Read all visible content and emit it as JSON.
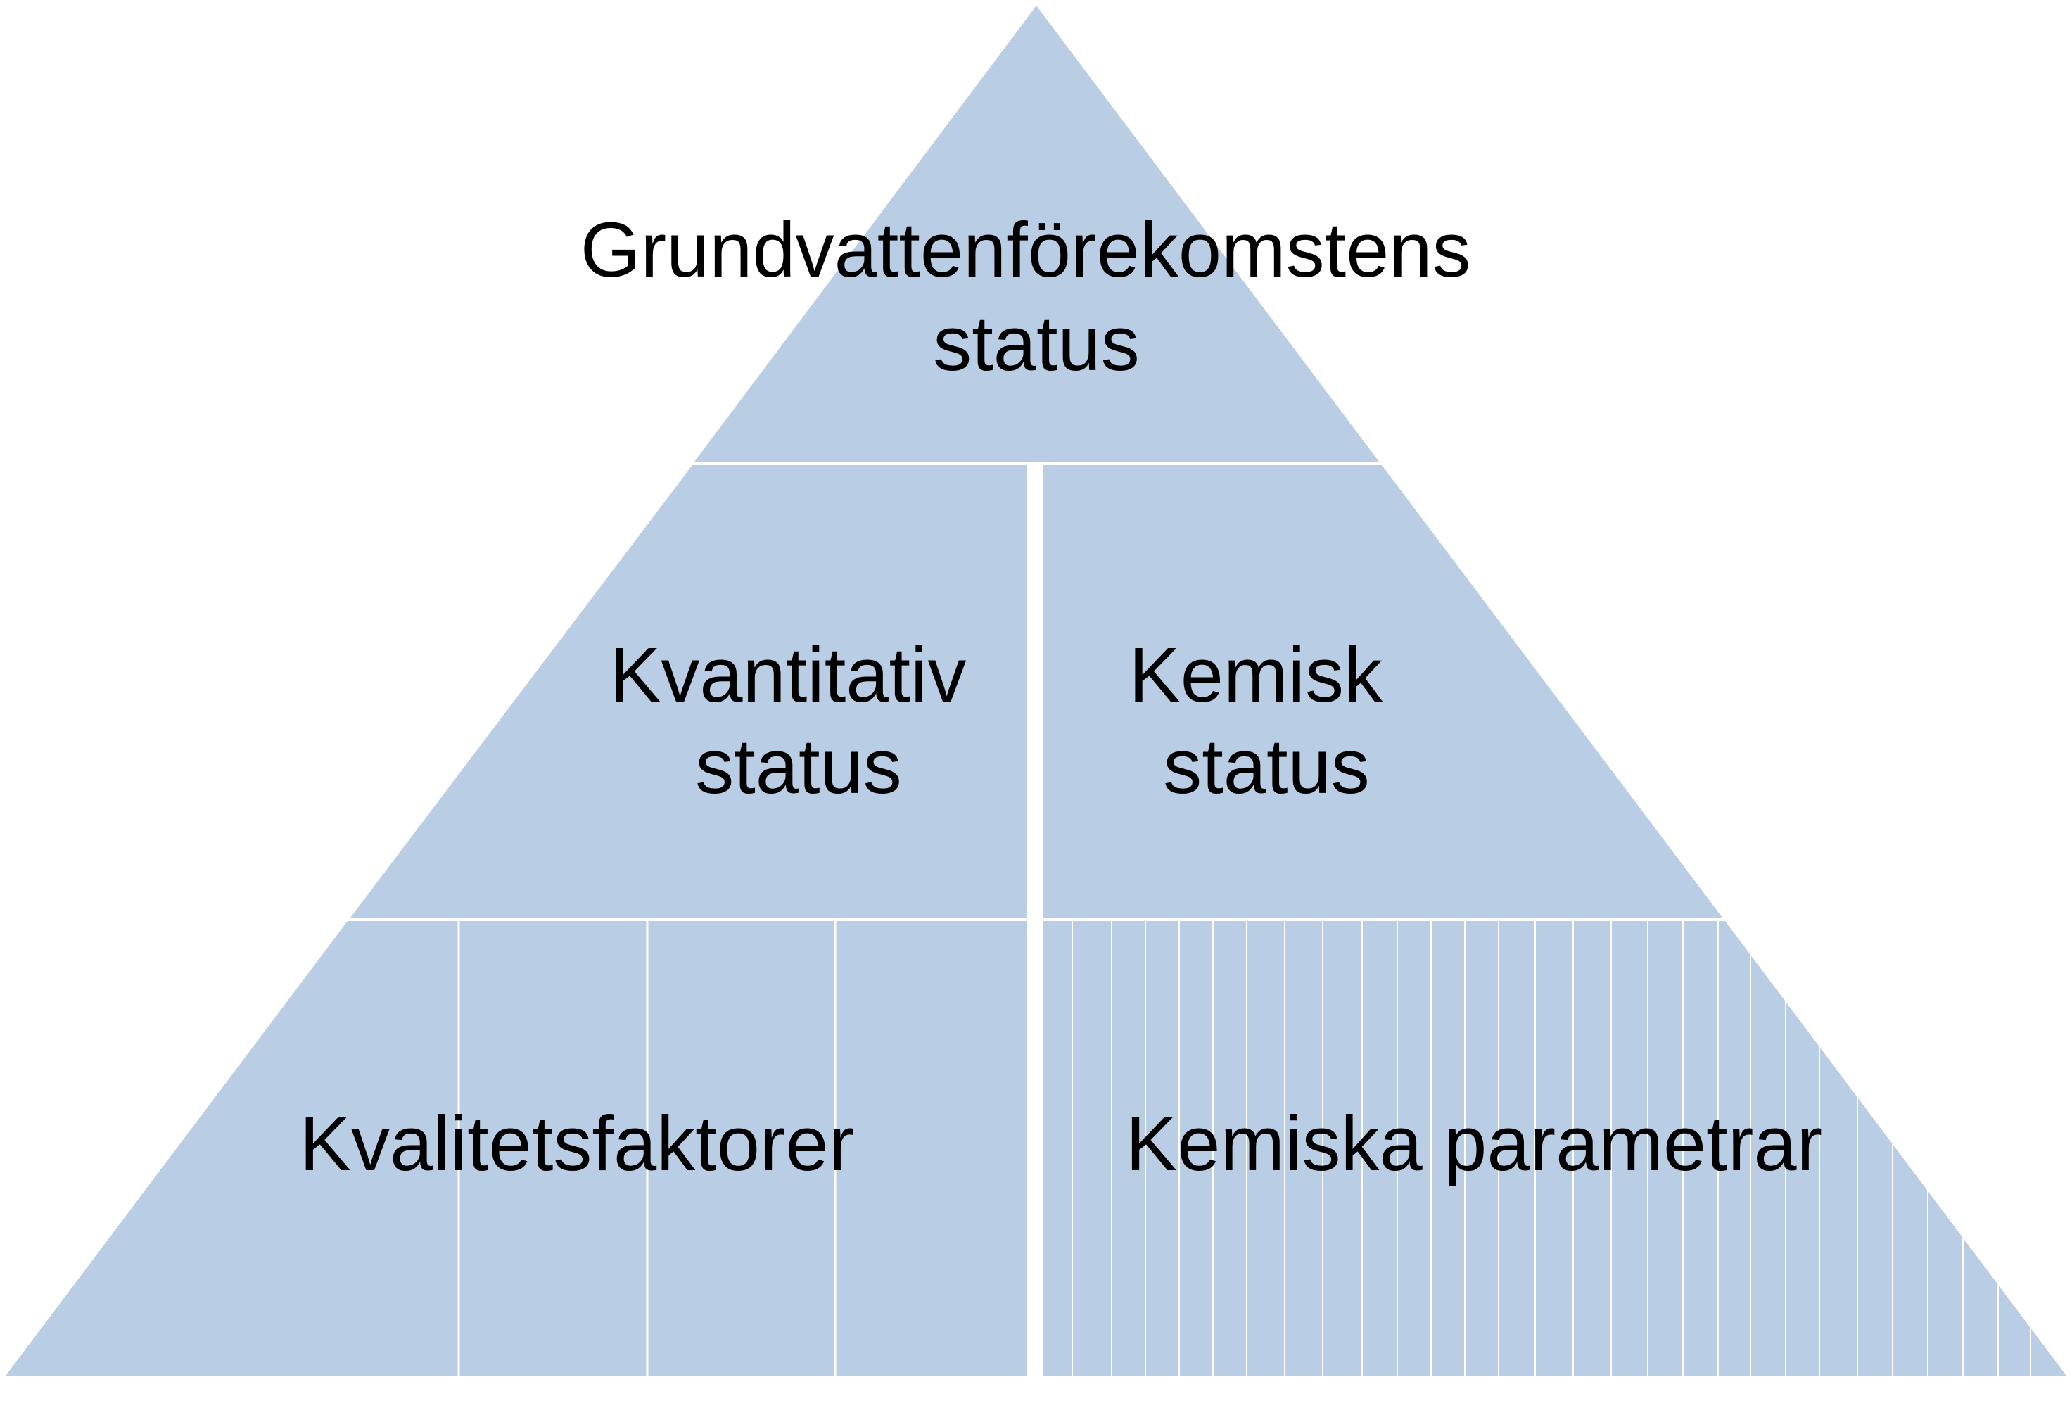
{
  "colors": {
    "fill": "#b9cde4",
    "separator": "#ffffff",
    "text": "#000000",
    "background": "#ffffff"
  },
  "pyramid": {
    "apex": {
      "line1": "Grundvattenförekomstens",
      "line2": "status"
    },
    "middle": {
      "left": {
        "line1": "Kvantitativ",
        "line2": "status"
      },
      "right": {
        "line1": "Kemisk",
        "line2": "status"
      }
    },
    "base": {
      "left": {
        "label": "Kvalitetsfaktorer",
        "cell_count": 4
      },
      "right": {
        "label": "Kemiska parametrar",
        "cell_count": 28
      }
    }
  }
}
